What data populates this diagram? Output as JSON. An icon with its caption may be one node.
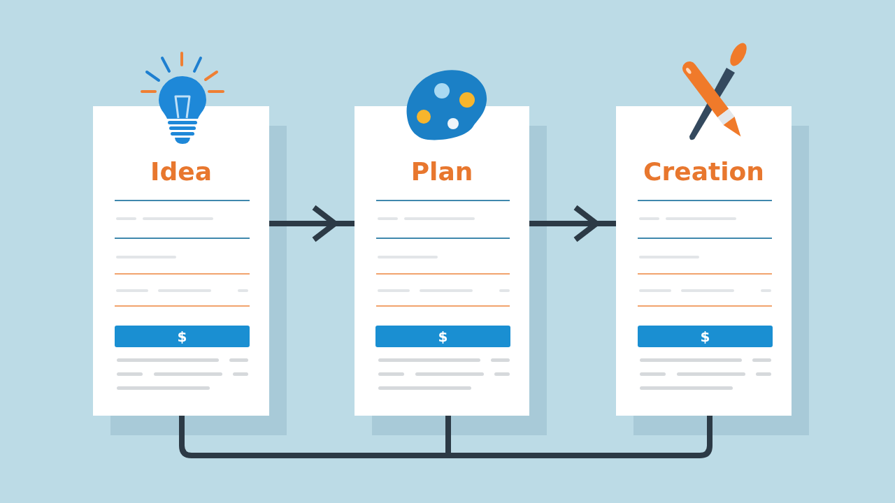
{
  "diagram": {
    "nodes": [
      {
        "text": [
          "Idea"
        ]
      },
      {
        "text": [
          "$"
        ],
        "in": 0
      },
      {
        "text": [
          "Plan"
        ]
      },
      {
        "text": [
          "$"
        ],
        "in": 2
      },
      {
        "text": [
          "Creation"
        ]
      },
      {
        "text": [
          "$"
        ],
        "in": 4
      }
    ],
    "edges": [
      {
        "from": 0,
        "to": 2,
        "arrow": "to"
      },
      {
        "from": 2,
        "to": 4,
        "arrow": "to"
      },
      {
        "from": 0,
        "to": 2,
        "arrow": "none"
      },
      {
        "from": 2,
        "to": 4,
        "arrow": "none"
      }
    ]
  }
}
